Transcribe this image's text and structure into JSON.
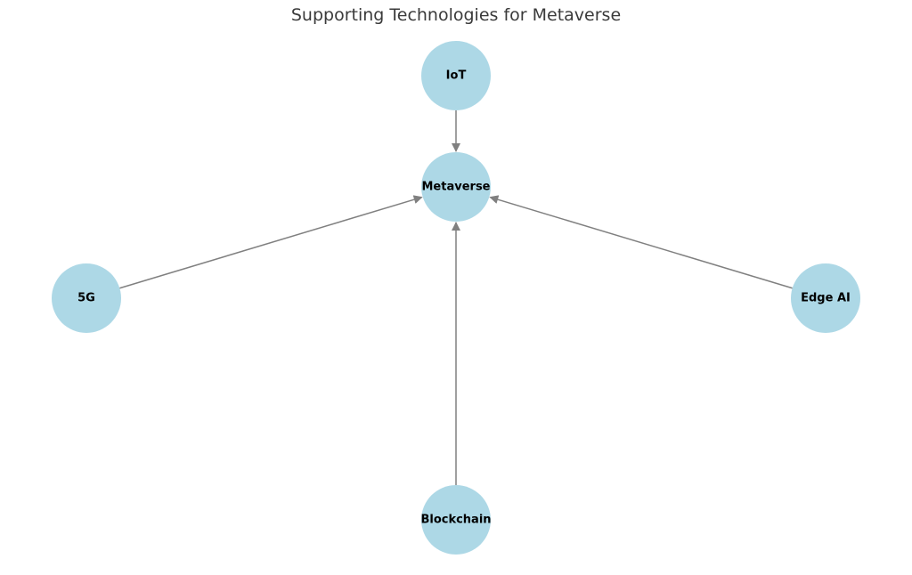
{
  "title": "Supporting Technologies for Metaverse",
  "colors": {
    "node_fill": "#add8e6",
    "edge": "#808080"
  },
  "nodes": [
    {
      "id": "metaverse",
      "label": "Metaverse"
    },
    {
      "id": "iot",
      "label": "IoT"
    },
    {
      "id": "5g",
      "label": "5G"
    },
    {
      "id": "edge-ai",
      "label": "Edge AI"
    },
    {
      "id": "blockchain",
      "label": "Blockchain"
    }
  ],
  "edges": [
    {
      "from": "iot",
      "to": "metaverse"
    },
    {
      "from": "5g",
      "to": "metaverse"
    },
    {
      "from": "edge-ai",
      "to": "metaverse"
    },
    {
      "from": "blockchain",
      "to": "metaverse"
    }
  ]
}
